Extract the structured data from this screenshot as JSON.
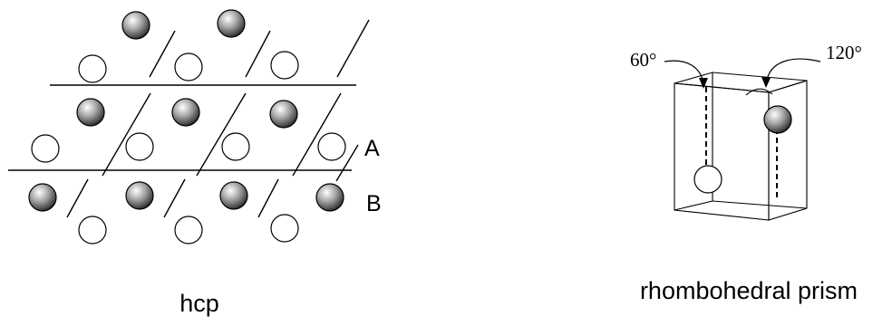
{
  "hcp": {
    "caption": "hcp",
    "layer_a_label": "A",
    "layer_b_label": "B"
  },
  "prism": {
    "caption": "rhombohedral prism",
    "angle_left": "60°",
    "angle_right": "120°"
  },
  "colors": {
    "stroke": "#000000",
    "background": "#ffffff",
    "sphere_highlight": "#ffffff",
    "sphere_mid": "#9a9a9a",
    "sphere_dark": "#1e1e1e"
  }
}
